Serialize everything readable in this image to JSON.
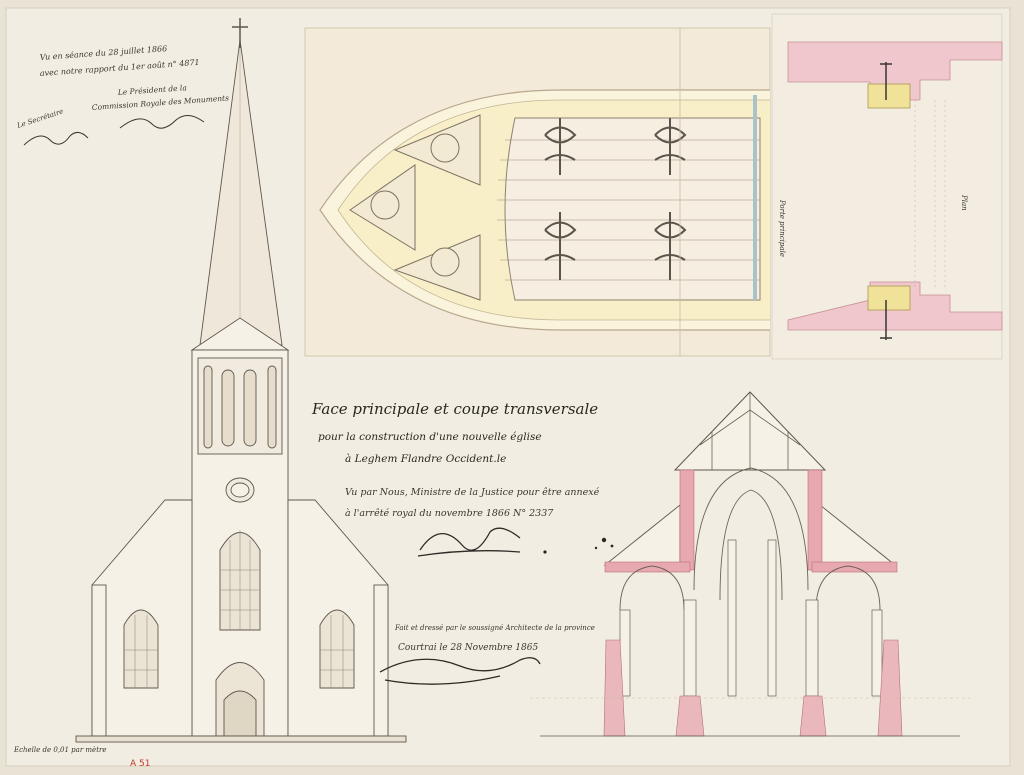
{
  "sheet": {
    "title_main": "Face principale et coupe transversale",
    "title_line2": "pour la construction d'une nouvelle église",
    "title_line3": "à Leghem  Flandre Occident.le",
    "approval_line1": "Vu par Nous, Ministre de la Justice pour être annexé",
    "approval_line2": "à l'arrêté royal du        novembre 1866 N° 2337",
    "maker_line1": "Fait et dressé par le soussigné Architecte de la province",
    "maker_line2": "Courtrai le 28 Novembre 1865",
    "commission_line1": "Vu en séance du 28 juillet 1866",
    "commission_line2": "avec notre rapport du 1er août n° 4871",
    "commission_line3": "Le Président de la",
    "commission_line4": "Commission Royale des Monuments",
    "secretary_label": "Le Secrétaire",
    "detail_label_left": "Porte principale",
    "detail_label_right": "Plan",
    "scale_note": "Echelle de 0,01 par mètre",
    "sheet_number": "A 51"
  },
  "colors": {
    "paper": "#f2ede2",
    "ink": "#3a3530",
    "pink_wash": "#e8a8b0",
    "yellow_wash": "#f3e7a8"
  }
}
